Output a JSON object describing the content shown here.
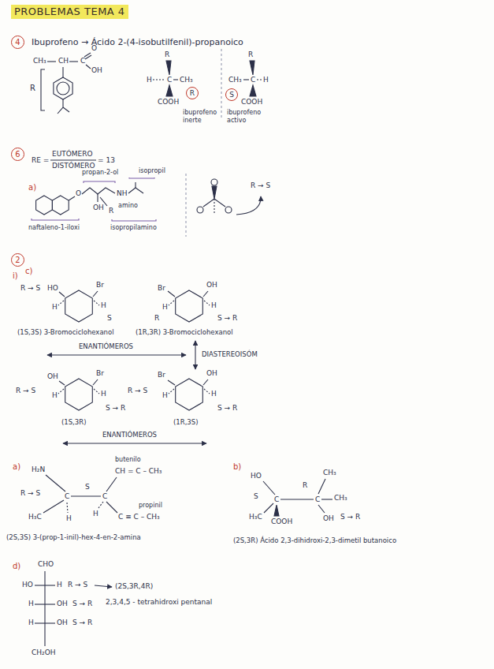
{
  "diagram": {
    "title": "PROBLEMAS TEMA 4",
    "nodes": [
      {
        "text": [
          "4"
        ]
      },
      {
        "text": [
          "R"
        ]
      },
      {
        "text": [
          "S"
        ]
      },
      {
        "text": [
          "6"
        ]
      },
      {
        "text": [
          "2"
        ]
      }
    ],
    "labels": [
      "Ibuprofeno → Ácido 2-(4-isobutilfenil)-propanoico",
      "CH₃",
      "CH",
      "C",
      "O",
      "OH",
      "R",
      "R",
      "H",
      "C",
      "CH₃",
      "COOH",
      "ibuprofeno inerte",
      "R",
      "CH₃",
      "C",
      "H",
      "COOH",
      "ibuprofeno activo",
      "RE =",
      "EUTÓMERO",
      "DISTÓMERO",
      "= 13",
      "a)",
      "O",
      "OH",
      "NH",
      "propan-2-ol",
      "naftaleno-1-iloxi",
      "R",
      "amino",
      "isopropilamino",
      "isopropil",
      "R → S",
      "i)",
      "c)",
      "R → S",
      "HO",
      "Br",
      "H",
      "H",
      "S",
      "(1S,3S) 3-Bromociclohexanol",
      "Br",
      "OH",
      "H",
      "H",
      "R",
      "S → R",
      "(1R,3R) 3-Bromociclohexanol",
      "ENANTIÓMEROS",
      "DIASTEREOISÓM",
      "R → S",
      "OH",
      "Br",
      "H",
      "H",
      "S → R",
      "(1S,3R)",
      "R → S",
      "Br",
      "OH",
      "H",
      "H",
      "S → R",
      "(1R,3S)",
      "ENANTIÓMEROS",
      "a)",
      "H₂N",
      "butenilo",
      "CH = C – CH₃",
      "R → S",
      "S",
      "C",
      "C",
      "H₃C",
      "H",
      "H",
      "propinil",
      "C ≡ C – CH₃",
      "(2S,3S) 3-(prop-1-inil)-hex-4-en-2-amina",
      "b)",
      "HO",
      "S",
      "C",
      "C",
      "R",
      "CH₃",
      "CH₃",
      "OH",
      "S → R",
      "H₃C",
      "COOH",
      "(2S,3R) Ácido 2,3-dihidroxi-2,3-dimetil butanoico",
      "d)",
      "CHO",
      "HO",
      "H",
      "R → S",
      "H",
      "OH",
      "S → R",
      "H",
      "OH",
      "S → R",
      "CH₂OH",
      "(2S,3R,4R)",
      "2,3,4,5 - tetrahidroxi pentanal"
    ]
  }
}
